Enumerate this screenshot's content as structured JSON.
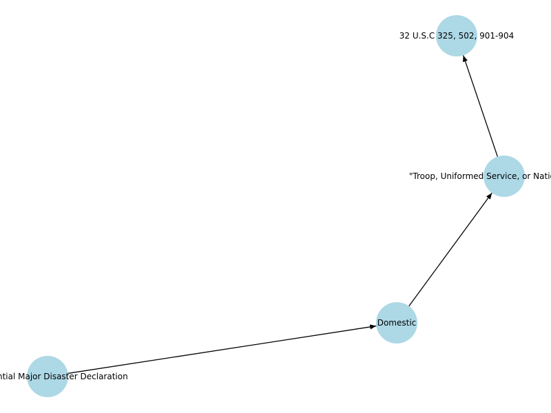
{
  "colors": {
    "node_fill": "#add8e6",
    "edge_stroke": "#000000",
    "label_color": "#000000",
    "background": "#ffffff"
  },
  "graph": {
    "nodes": [
      {
        "id": "n1",
        "label": "Presidential Major Disaster Declaration"
      },
      {
        "id": "n2",
        "label": "Domestic"
      },
      {
        "id": "n3",
        "label": "\"Troop, Uniformed Service, or National Guard\""
      },
      {
        "id": "n4",
        "label": "32 U.S.C 325, 502, 901-904"
      }
    ],
    "edges": [
      {
        "from": "n1",
        "to": "n2"
      },
      {
        "from": "n2",
        "to": "n3"
      },
      {
        "from": "n3",
        "to": "n4"
      }
    ]
  }
}
